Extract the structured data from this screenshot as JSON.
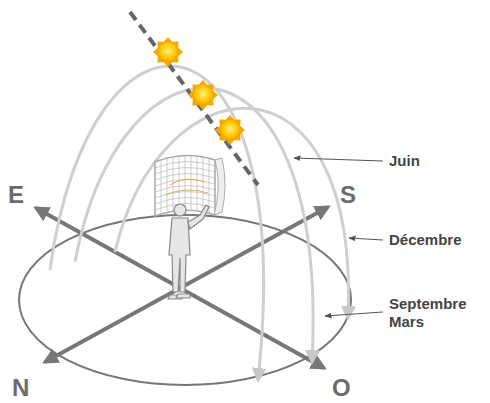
{
  "diagram": {
    "labels": [
      "E",
      "S",
      "N",
      "O",
      "Juin",
      "Décembre",
      "Septembre Mars"
    ]
  }
}
